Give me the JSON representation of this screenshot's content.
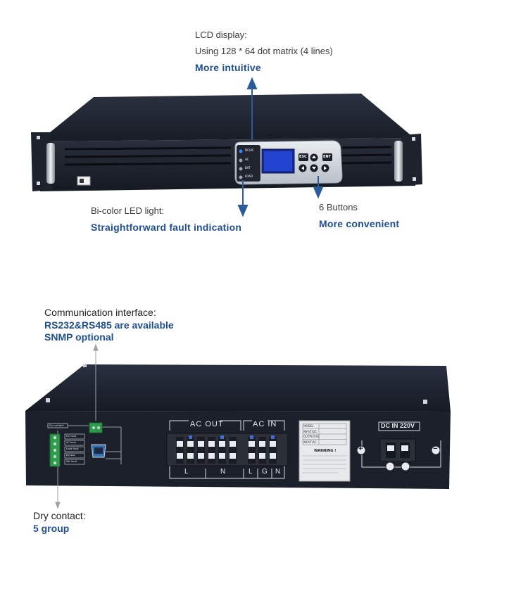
{
  "front": {
    "lcd_caption_1": "LCD display:",
    "lcd_caption_2": "Using 128 * 64 dot matrix (4 lines)",
    "lcd_caption_3": "More intuitive",
    "led_caption_1": "Bi-color LED light:",
    "led_caption_2": "Straightforward fault indication",
    "buttons_caption_1": "6 Buttons",
    "buttons_caption_2": "More convenient",
    "led_labels": [
      "DC/AC",
      "AC",
      "BAT",
      "LOAD"
    ],
    "button_labels": [
      "ESC",
      "ENT"
    ]
  },
  "back": {
    "comm_caption_1": "Communication interface:",
    "comm_caption_2": "RS232&RS485 are available",
    "comm_caption_3": "SNMP optional",
    "dry_caption_1": "Dry contact:",
    "dry_caption_2": "5 group",
    "ac_out_label": "AC OUT",
    "ac_in_label": "AC IN",
    "ac_out_sub_l": "L",
    "ac_out_sub_n": "N",
    "ac_in_sub_l": "L",
    "ac_in_sub_g": "G",
    "ac_in_sub_n": "N",
    "dc_in_label": "DC IN 220V",
    "dc_plus": "+",
    "dc_minus": "−",
    "warning_label": "WARNING !",
    "plate_rows": [
      "MODEL",
      "INPUT/DC",
      "OUTPUT/AC",
      "INPUT/AC"
    ],
    "dry_contact_title": "Dry contact",
    "dry_contact_items": [
      "DC fault",
      "AC fault",
      "Load fault",
      "Bypass",
      "INV fault"
    ]
  },
  "colors": {
    "caption_blue": "#1f4f8f",
    "arrow_blue": "#2a5c9a",
    "chassis_dark": "#1b2130",
    "lcd_blue": "#1f3fc7"
  }
}
